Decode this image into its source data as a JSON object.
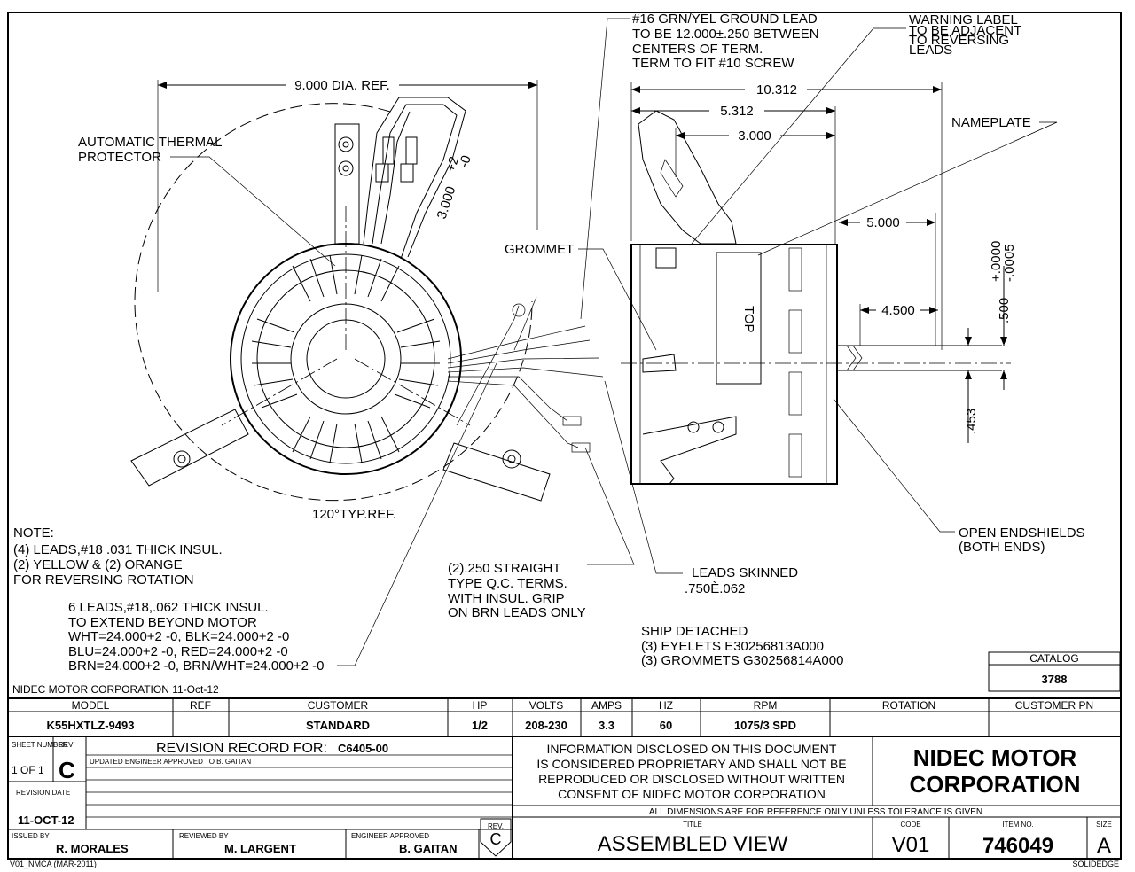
{
  "notes": {
    "ground_lead": [
      "#16 GRN/YEL GROUND LEAD",
      "TO BE 12.000±.250 BETWEEN",
      "CENTERS OF TERM.",
      "TERM TO FIT #10 SCREW"
    ],
    "warning_label": [
      "WARNING LABEL",
      "TO BE ADJACENT",
      "TO REVERSING",
      "LEADS"
    ],
    "thermal_protector": [
      "AUTOMATIC THERMAL",
      "PROTECTOR"
    ],
    "grommet": "GROMMET",
    "nameplate": "NAMEPLATE",
    "top": "TOP",
    "type_ref": "120°TYP.REF.",
    "note_block": [
      "NOTE:",
      "(4) LEADS,#18 .031 THICK INSUL.",
      "(2) YELLOW & (2) ORANGE",
      "FOR REVERSING ROTATION"
    ],
    "leads_block": [
      "6 LEADS,#18,.062 THICK INSUL.",
      "TO EXTEND BEYOND MOTOR",
      "WHT=24.000+2 -0, BLK=24.000+2 -0",
      "BLU=24.000+2 -0, RED=24.000+2 -0",
      "BRN=24.000+2 -0, BRN/WHT=24.000+2 -0"
    ],
    "terms_block": [
      "(2).250 STRAIGHT",
      "TYPE Q.C. TERMS.",
      "WITH INSUL. GRIP",
      "ON BRN LEADS ONLY"
    ],
    "leads_skinned": [
      "LEADS SKINNED",
      ".750È.062"
    ],
    "ship_detached": [
      "SHIP DETACHED",
      "(3) EYELETS E30256813A000",
      "(3) GROMMETS G30256814A000"
    ],
    "open_endshields": [
      "OPEN ENDSHIELDS",
      "(BOTH ENDS)"
    ],
    "company_date": "NIDEC MOTOR CORPORATION 11-Oct-12"
  },
  "dimensions": {
    "dia": "9.000 DIA. REF.",
    "lead_len": "3.000",
    "lead_tol": "+2",
    "lead_tol2": "-0",
    "overall": "10.312",
    "d5312": "5.312",
    "d3000": "3.000",
    "d5000": "5.000",
    "d4500": "4.500",
    "shaft": ".500",
    "shaft_tol1": "+.0000",
    "shaft_tol2": "-.0005",
    "flat": ".453"
  },
  "catalog": {
    "label": "CATALOG",
    "value": "3788"
  },
  "spec_table": {
    "headers": [
      "MODEL",
      "REF",
      "CUSTOMER",
      "HP",
      "VOLTS",
      "AMPS",
      "HZ",
      "RPM",
      "ROTATION",
      "CUSTOMER PN"
    ],
    "values": [
      "K55HXTLZ-9493",
      "",
      "STANDARD",
      "1/2",
      "208-230",
      "3.3",
      "60",
      "1075/3 SPD",
      "",
      ""
    ]
  },
  "revision": {
    "sheet_label": "SHEET NUMBER",
    "sheet_value": "1 OF 1",
    "rev_label": "REV",
    "rev_value": "C",
    "record_title": "REVISION RECORD FOR:",
    "record_id": "C6405-00",
    "record_entry": "UPDATED ENGINEER APPROVED TO B. GAITAN",
    "date_label": "REVISION DATE",
    "date_value": "11-OCT-12"
  },
  "disclaimer": [
    "INFORMATION DISCLOSED ON THIS DOCUMENT",
    "IS CONSIDERED PROPRIETARY AND SHALL NOT BE",
    "REPRODUCED OR DISCLOSED WITHOUT WRITTEN",
    "CONSENT OF NIDEC MOTOR CORPORATION"
  ],
  "company": [
    "NIDEC MOTOR",
    "CORPORATION"
  ],
  "ref_note": "ALL DIMENSIONS ARE FOR REFERENCE ONLY UNLESS TOLERANCE IS GIVEN",
  "signatures": {
    "issued_label": "ISSUED BY",
    "issued": "R. MORALES",
    "reviewed_label": "REVIEWED BY",
    "reviewed": "M. LARGENT",
    "approved_label": "ENGINEER APPROVED",
    "approved": "B. GAITAN",
    "rev_stamp_label": "REV.",
    "rev_stamp": "C"
  },
  "title_block": {
    "title_label": "TITLE",
    "title": "ASSEMBLED VIEW",
    "code_label": "CODE",
    "code": "V01",
    "item_label": "ITEM NO.",
    "item": "746049",
    "size_label": "SIZE",
    "size": "A"
  },
  "footer": {
    "left": "V01_NMCA (MAR-2011)",
    "right": "SOLIDEDGE"
  }
}
